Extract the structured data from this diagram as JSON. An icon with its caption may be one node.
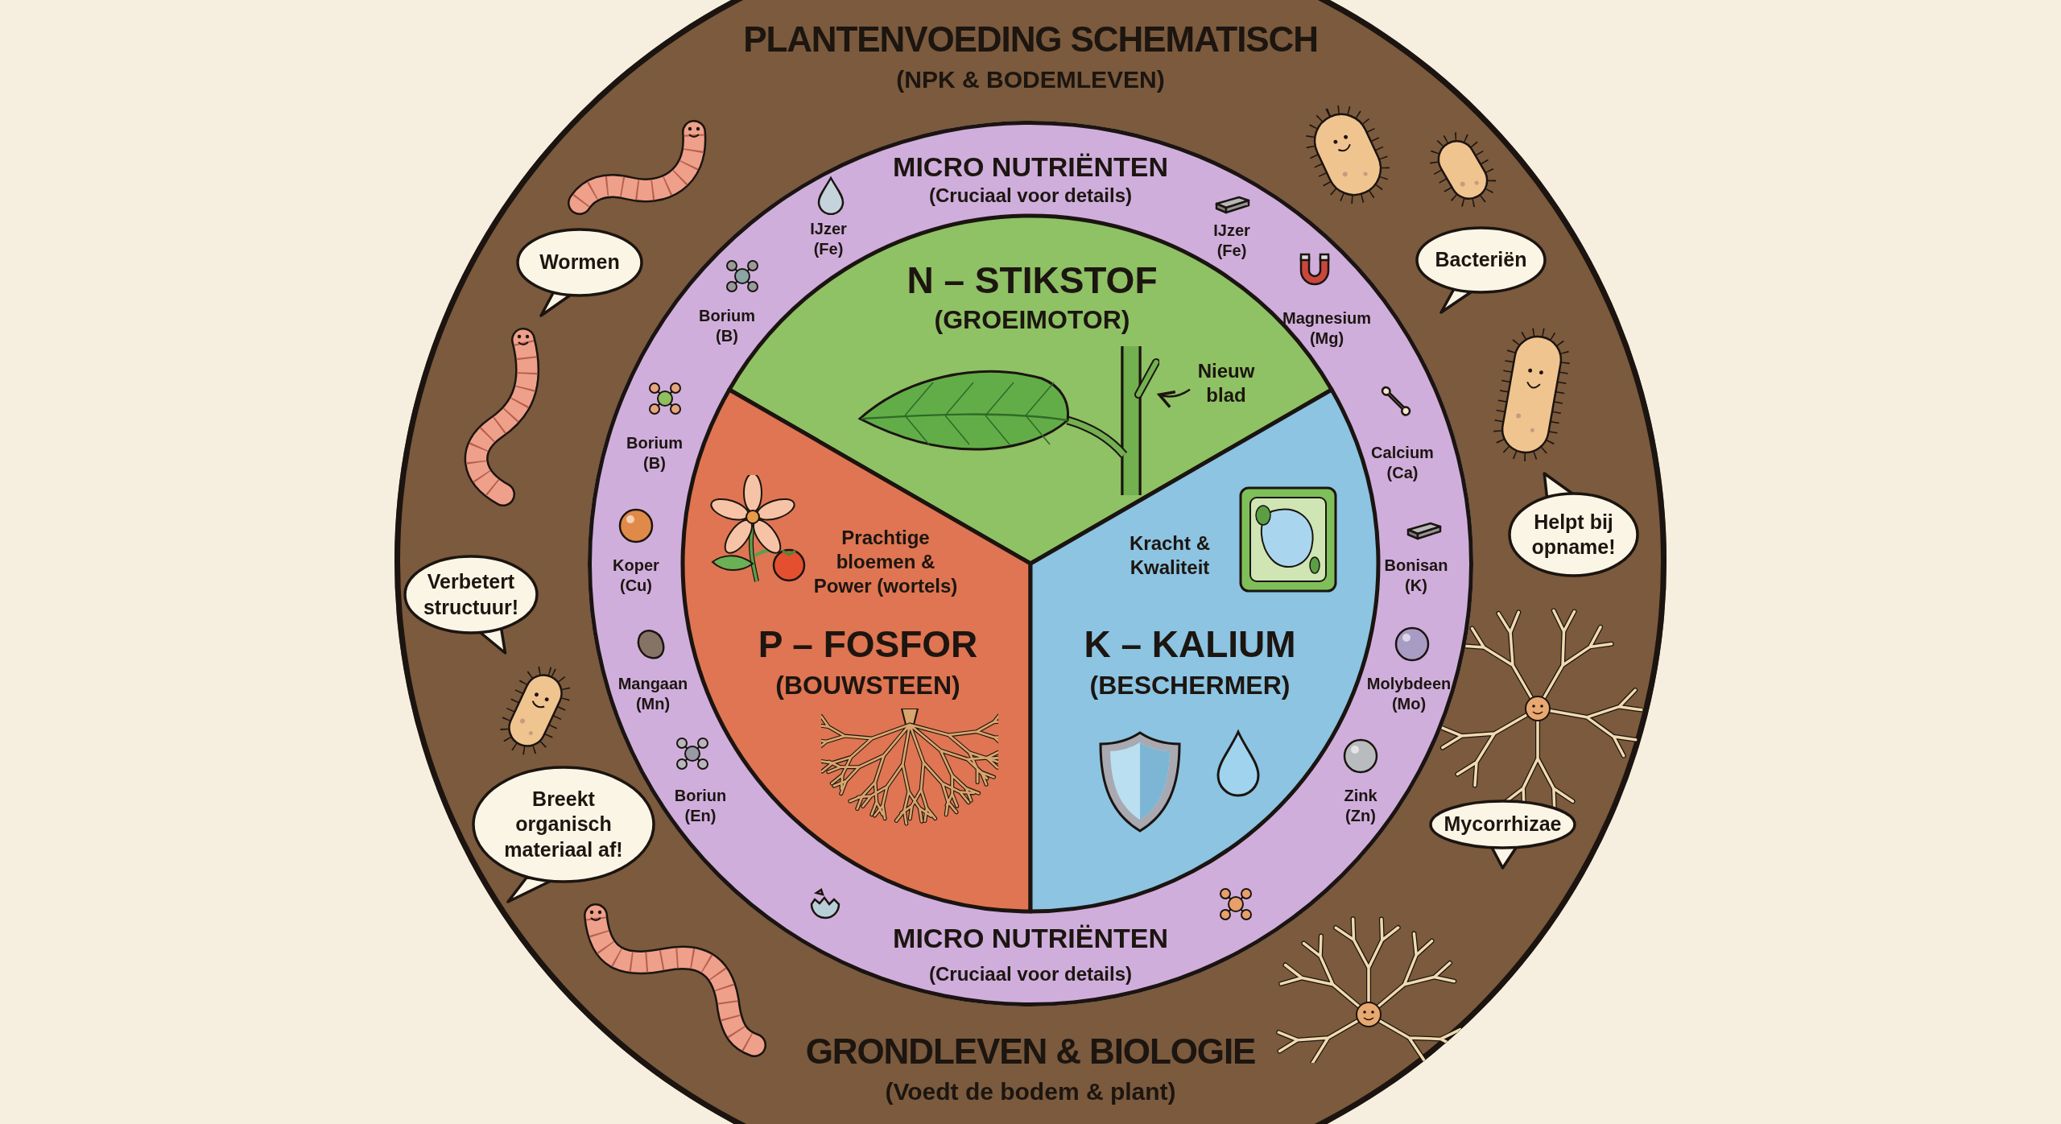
{
  "diagram": {
    "title": "PLANTENVOEDING SCHEMATISCH",
    "nodes": [
      {
        "text": [
          "GRONDLEVEN & BIOLOGIE",
          "(Voedt de bodem & plant)"
        ]
      },
      {
        "text": [
          "MICRO NUTRIËNTEN",
          "(Cruciaal voor details)",
          "MICRO NUTRIËNTEN",
          "(Cruciaal voor details)"
        ],
        "in": 0
      },
      {
        "text": [
          "N – STIKSTOF",
          "(GROEIMOTOR)"
        ],
        "in": 1
      },
      {
        "text": [
          "Nieuw blad"
        ],
        "in": 2
      },
      {
        "text": [],
        "shape": "picture",
        "in": 2
      },
      {
        "text": [
          "Prachtige bloemen & Power (wortels)",
          "P – FOSFOR",
          "(BOUWSTEEN)"
        ],
        "in": 1
      },
      {
        "text": [
          "Kracht & Kwaliteit",
          "K – KALIUM",
          "(BESCHERMER)"
        ],
        "in": 1
      },
      {
        "text": [
          "Wormen"
        ],
        "in": 0
      },
      {
        "text": [
          "Bacteriën"
        ],
        "in": 0
      },
      {
        "text": [
          "Verbetert structuur!"
        ],
        "in": 0
      },
      {
        "text": [
          "Helpt bij opname!"
        ],
        "in": 0
      },
      {
        "text": [
          "Breekt organisch materiaal af!"
        ],
        "in": 0
      },
      {
        "text": [
          "Mycorrhizae"
        ],
        "in": 0
      }
    ],
    "edges": [
      {
        "from": 3,
        "to": 4,
        "arrow": "to"
      }
    ],
    "labels": [
      "(NPK & BODEMLEVEN)",
      "IJzer (Fe)",
      "IJzer (Fe)",
      "Borium (B)",
      "Magnesium (Mg)",
      "Borium (B)",
      "Calcium (Ca)",
      "Koper (Cu)",
      "Bonisan (K)",
      "Mangaan (Mn)",
      "Molybdeen (Mo)",
      "Boriun (En)",
      "Zink (Zn)"
    ]
  }
}
